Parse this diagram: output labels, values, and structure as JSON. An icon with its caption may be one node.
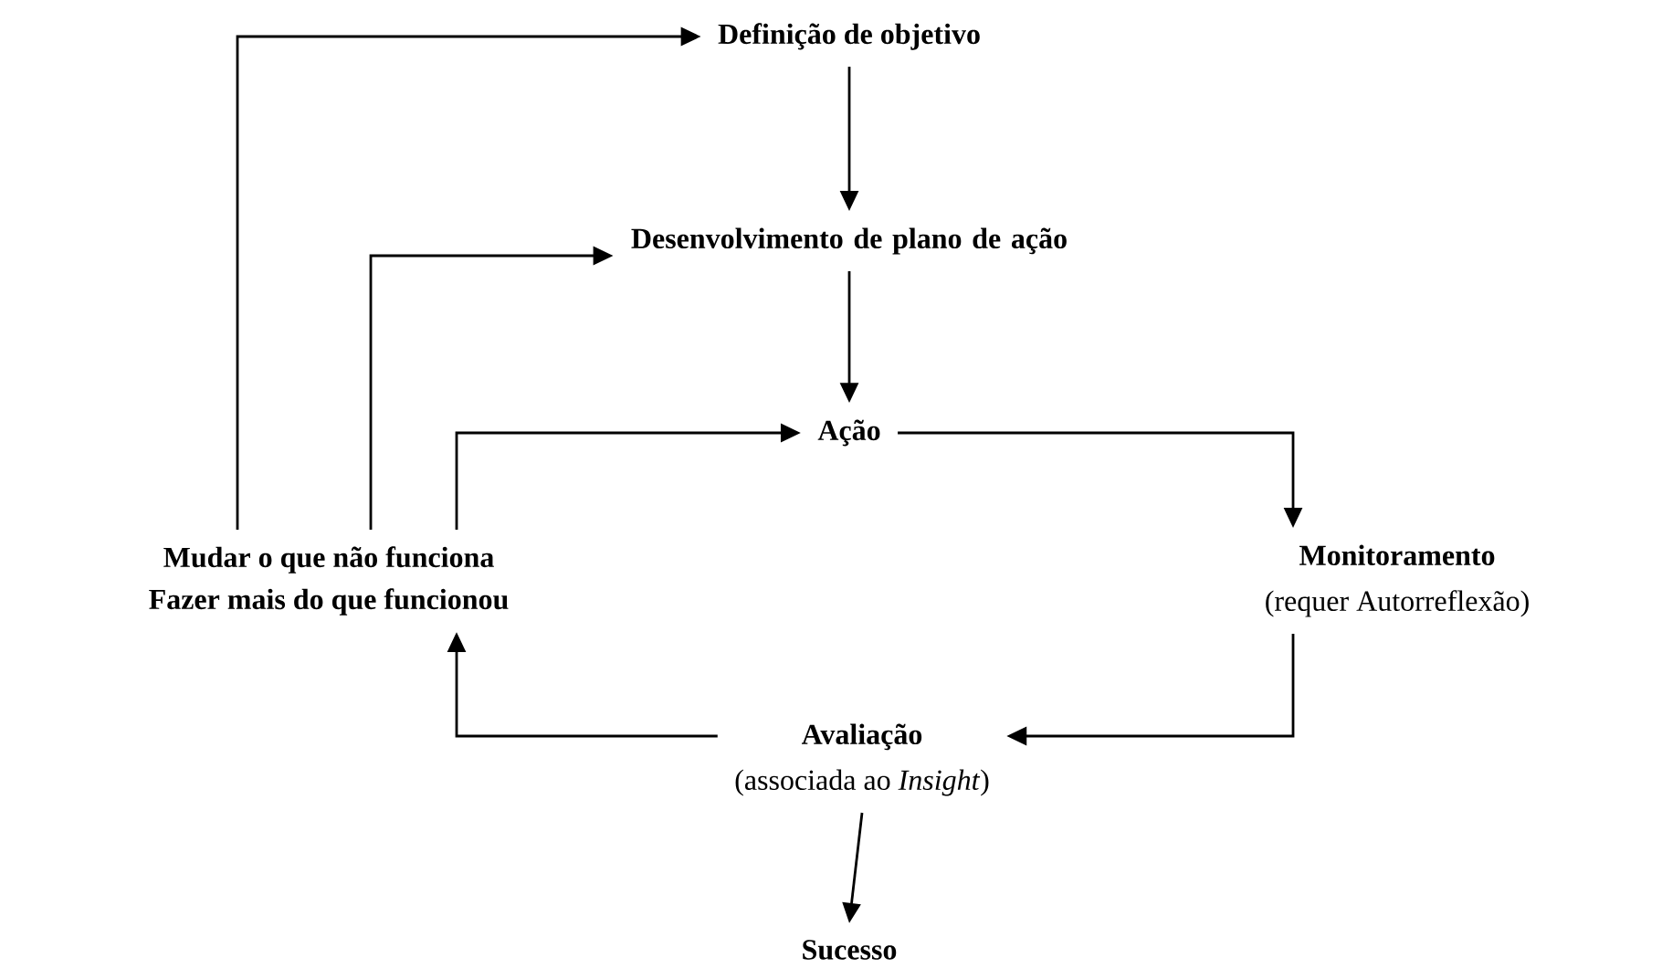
{
  "diagram": {
    "nodes": [
      {
        "text": [
          "Definição de objetivo"
        ]
      },
      {
        "text": [
          "Desenvolvimento de plano de ação"
        ]
      },
      {
        "text": [
          "Ação"
        ]
      },
      {
        "text": [
          "Monitoramento",
          "(requer Autorreflexão)"
        ]
      },
      {
        "text": [
          "Avaliação",
          "(associada ao *Insight*)"
        ]
      },
      {
        "text": [
          "Sucesso"
        ]
      },
      {
        "text": [
          "Mudar o que não funciona",
          "Fazer mais do que funcionou"
        ]
      }
    ],
    "edges": [
      {
        "from": 0,
        "to": 1,
        "arrow": "to"
      },
      {
        "from": 1,
        "to": 2,
        "arrow": "to"
      },
      {
        "from": 2,
        "to": 3,
        "arrow": "to"
      },
      {
        "from": 3,
        "to": 4,
        "arrow": "to"
      },
      {
        "from": 4,
        "to": 6,
        "arrow": "to"
      },
      {
        "from": 6,
        "to": 2,
        "arrow": "to"
      },
      {
        "from": 6,
        "to": 1,
        "arrow": "to"
      },
      {
        "from": 6,
        "to": 0,
        "arrow": "to"
      },
      {
        "from": 4,
        "to": 5,
        "arrow": "to"
      }
    ]
  }
}
